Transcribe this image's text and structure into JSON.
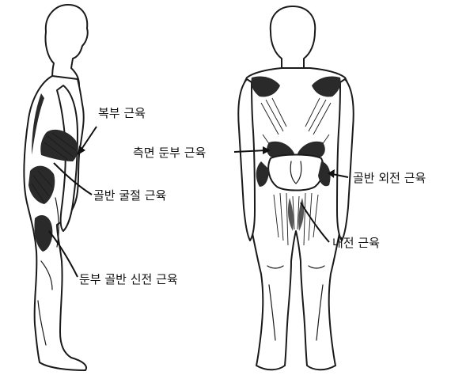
{
  "labels": {
    "abdominal": "복부 근육",
    "hip_flexor": "골반 굴절 근육",
    "gluteal_hip_extensor": "둔부 골반 신전 근육",
    "lateral_gluteal": "측면 둔부 근육",
    "hip_abductor": "골반 외전 근육",
    "adductor": "내전 근육"
  }
}
